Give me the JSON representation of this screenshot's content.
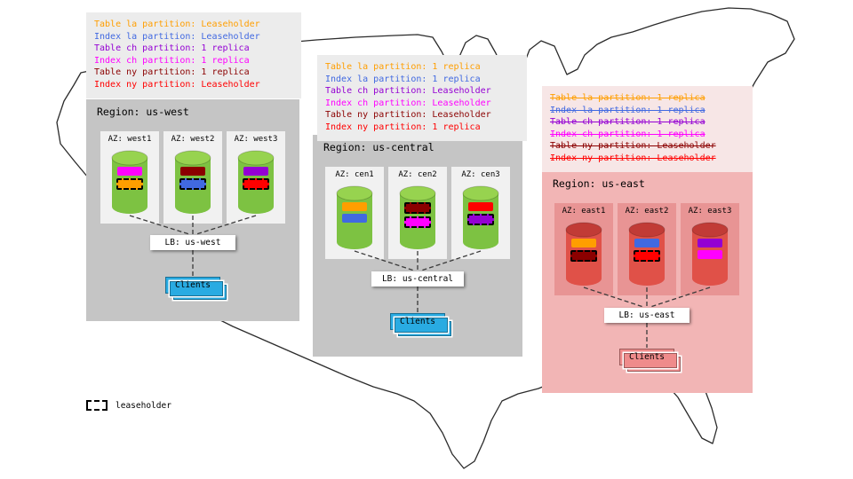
{
  "colors": {
    "note_bg": "#ececec",
    "note_bg_failed": "#f7e6e6",
    "region_bg": "#c5c5c5",
    "region_bg_failed": "#f2b5b5",
    "az_bg": "#f1f1f1",
    "az_bg_failed": "#e89494",
    "cyl_green": "#7dc242",
    "cyl_green_top": "#97d34f",
    "cyl_red": "#e05148",
    "cyl_red_top": "#c13b36",
    "clients_blue": "#29abe2",
    "clients_pink": "#ef8b8b",
    "partition_orange": "#ff9e00",
    "partition_blue": "#4169e1",
    "partition_purple": "#9400d3",
    "partition_magenta": "#ff00ff",
    "partition_darkred": "#8b0000",
    "partition_red": "#ff0000"
  },
  "legend": {
    "label": "leaseholder"
  },
  "regions": [
    {
      "title": "Region: us-west",
      "lb_label": "LB: us-west",
      "clients_label": "Clients",
      "failed": false,
      "notes": [
        {
          "text": "Table la partition: Leaseholder",
          "color": "#ff9e00"
        },
        {
          "text": "Index la partition: Leaseholder",
          "color": "#4169e1"
        },
        {
          "text": "Table ch partition: 1 replica",
          "color": "#9400d3"
        },
        {
          "text": "Index ch partition: 1 replica",
          "color": "#ff00ff"
        },
        {
          "text": "Table ny partition: 1 replica",
          "color": "#8b0000"
        },
        {
          "text": "Index ny partition: Leaseholder",
          "color": "#ff0000"
        }
      ],
      "azs": [
        {
          "label": "AZ: west1",
          "chips": [
            {
              "partition": "Index ch",
              "color": "#ff00ff",
              "leaseholder": false
            },
            {
              "partition": "Table la",
              "color": "#ff9e00",
              "leaseholder": true
            }
          ]
        },
        {
          "label": "AZ: west2",
          "chips": [
            {
              "partition": "Table ny",
              "color": "#8b0000",
              "leaseholder": false
            },
            {
              "partition": "Index la",
              "color": "#4169e1",
              "leaseholder": true
            }
          ]
        },
        {
          "label": "AZ: west3",
          "chips": [
            {
              "partition": "Table ch",
              "color": "#9400d3",
              "leaseholder": false
            },
            {
              "partition": "Index ny",
              "color": "#ff0000",
              "leaseholder": true
            }
          ]
        }
      ]
    },
    {
      "title": "Region: us-central",
      "lb_label": "LB: us-central",
      "clients_label": "Clients",
      "failed": false,
      "notes": [
        {
          "text": "Table la partition: 1 replica",
          "color": "#ff9e00"
        },
        {
          "text": "Index la partition: 1 replica",
          "color": "#4169e1"
        },
        {
          "text": "Table ch partition: Leaseholder",
          "color": "#9400d3"
        },
        {
          "text": "Index ch partition: Leaseholder",
          "color": "#ff00ff"
        },
        {
          "text": "Table ny partition: Leaseholder",
          "color": "#8b0000"
        },
        {
          "text": "Index ny partition: 1 replica",
          "color": "#ff0000"
        }
      ],
      "azs": [
        {
          "label": "AZ: cen1",
          "chips": [
            {
              "partition": "Table la",
              "color": "#ff9e00",
              "leaseholder": false
            },
            {
              "partition": "Index la",
              "color": "#4169e1",
              "leaseholder": false
            }
          ]
        },
        {
          "label": "AZ: cen2",
          "chips": [
            {
              "partition": "Table ny",
              "color": "#8b0000",
              "leaseholder": true
            },
            {
              "partition": "Index ch",
              "color": "#ff00ff",
              "leaseholder": true
            }
          ]
        },
        {
          "label": "AZ: cen3",
          "chips": [
            {
              "partition": "Index ny",
              "color": "#ff0000",
              "leaseholder": false
            },
            {
              "partition": "Table ch",
              "color": "#9400d3",
              "leaseholder": true
            }
          ]
        }
      ]
    },
    {
      "title": "Region: us-east",
      "lb_label": "LB: us-east",
      "clients_label": "Clients",
      "failed": true,
      "notes": [
        {
          "text": "Table la partition: 1 replica",
          "color": "#ff9e00"
        },
        {
          "text": "Index la partition: 1 replica",
          "color": "#4169e1"
        },
        {
          "text": "Table ch partition: 1 replica",
          "color": "#9400d3"
        },
        {
          "text": "Index ch partition: 1 replica",
          "color": "#ff00ff"
        },
        {
          "text": "Table ny partition: Leaseholder",
          "color": "#8b0000"
        },
        {
          "text": "Index ny partition: Leaseholder",
          "color": "#ff0000"
        }
      ],
      "azs": [
        {
          "label": "AZ: east1",
          "chips": [
            {
              "partition": "Table la",
              "color": "#ff9e00",
              "leaseholder": false
            },
            {
              "partition": "Table ny",
              "color": "#8b0000",
              "leaseholder": true
            }
          ]
        },
        {
          "label": "AZ: east2",
          "chips": [
            {
              "partition": "Index la",
              "color": "#4169e1",
              "leaseholder": false
            },
            {
              "partition": "Index ny",
              "color": "#ff0000",
              "leaseholder": true
            }
          ]
        },
        {
          "label": "AZ: east3",
          "chips": [
            {
              "partition": "Table ch",
              "color": "#9400d3",
              "leaseholder": false
            },
            {
              "partition": "Index ch",
              "color": "#ff00ff",
              "leaseholder": false
            }
          ]
        }
      ]
    }
  ]
}
